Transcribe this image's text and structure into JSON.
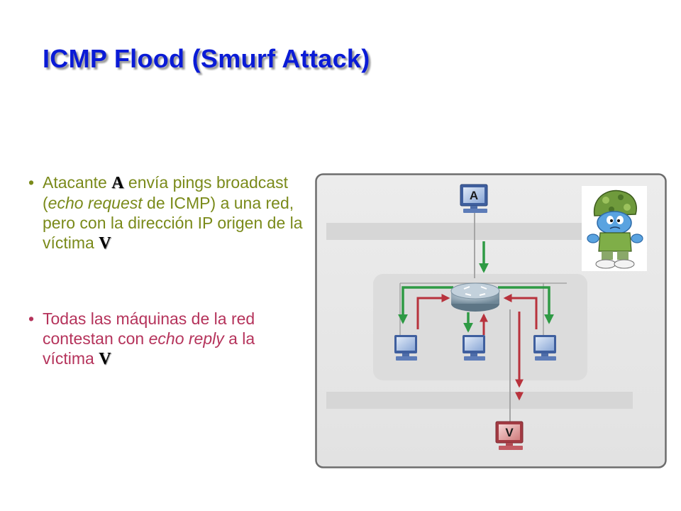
{
  "title": "ICMP Flood (Smurf Attack)",
  "bullets": [
    {
      "parts": [
        {
          "text": "Atacante ",
          "style": "normal"
        },
        {
          "text": "A",
          "style": "bold"
        },
        {
          "text": " envía pings broadcast (",
          "style": "normal"
        },
        {
          "text": "echo request",
          "style": "italic"
        },
        {
          "text": " de ICMP) a una red, pero con la dirección IP origen de la víctima ",
          "style": "normal"
        },
        {
          "text": "V",
          "style": "bold"
        }
      ]
    },
    {
      "parts": [
        {
          "text": "Todas las máquinas de la red contestan con ",
          "style": "normal"
        },
        {
          "text": "echo reply",
          "style": "italic"
        },
        {
          "text": " a la víctima ",
          "style": "normal"
        },
        {
          "text": "V",
          "style": "bold"
        }
      ]
    }
  ],
  "diagram": {
    "attacker_label": "A",
    "victim_label": "V",
    "colors": {
      "request_arrow": "#2e9a44",
      "reply_arrow": "#b8323c",
      "computer_blue": "#4a6fb8",
      "computer_red": "#c04a52"
    }
  }
}
